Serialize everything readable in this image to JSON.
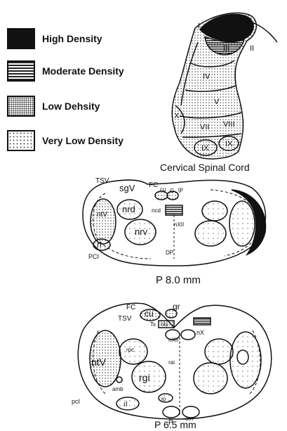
{
  "legend": {
    "items": [
      {
        "label": "High Density",
        "pattern": "solid",
        "color": "#111111"
      },
      {
        "label": "Moderate Density",
        "pattern": "dense-hatch",
        "color": "#444444"
      },
      {
        "label": "Low Dehsity",
        "pattern": "medium-dots",
        "color": "#888888"
      },
      {
        "label": "Very Low Density",
        "pattern": "sparse-dots",
        "color": "#bbbbbb"
      }
    ]
  },
  "panels": {
    "cervical": {
      "caption": "Cervical Spinal Cord",
      "laminae": [
        "I",
        "II",
        "III",
        "IV",
        "V",
        "VII",
        "VIII",
        "IX",
        "IX",
        "X"
      ]
    },
    "p8": {
      "caption": "P 8.0 mm",
      "labels": [
        "TSV",
        "sgV",
        "FC",
        "cu",
        "G",
        "gr",
        "ntV",
        "nrd",
        "ncd",
        "nrv",
        "nXII",
        "rl",
        "PCI",
        "DP"
      ]
    },
    "p65": {
      "caption": "P 6.5 mm",
      "labels": [
        "FC",
        "TSV",
        "cu",
        "gr",
        "Ts",
        "nts",
        "nX",
        "ntV",
        "rpc",
        "nXII",
        "rgi",
        "rai",
        "rl",
        "amb",
        "pcI",
        "io",
        "P",
        "om"
      ]
    }
  }
}
